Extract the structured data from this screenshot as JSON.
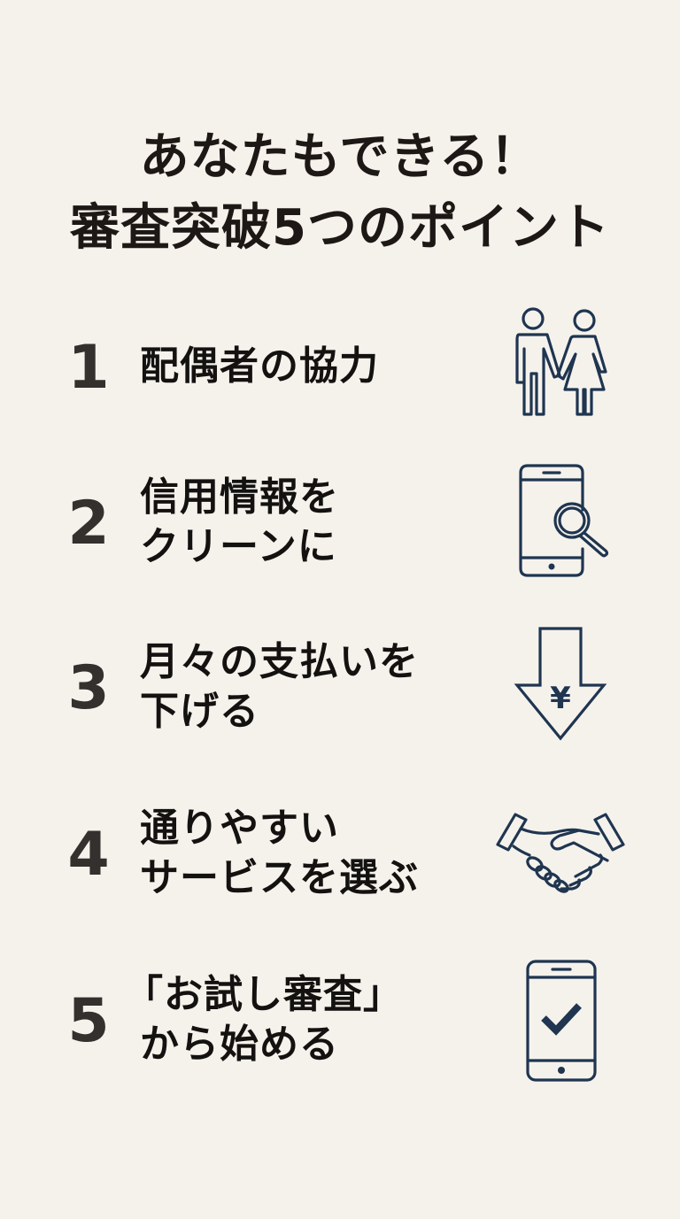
{
  "title": {
    "line1": "あなたもできる！",
    "line2": "審査突破5つのポイント"
  },
  "accent_color": "#1f3550",
  "points": [
    {
      "number": "1",
      "lines": [
        "配偶者の協力"
      ],
      "icon": "couple-icon"
    },
    {
      "number": "2",
      "lines": [
        "信用情報を",
        "クリーンに"
      ],
      "icon": "phone-search-icon"
    },
    {
      "number": "3",
      "lines": [
        "月々の支払いを",
        "下げる"
      ],
      "icon": "yen-down-arrow-icon",
      "icon_symbol": "¥"
    },
    {
      "number": "4",
      "lines": [
        "通りやすい",
        "サービスを選ぶ"
      ],
      "icon": "handshake-icon"
    },
    {
      "number": "5",
      "lines": [
        "「お試し審査」",
        "から始める"
      ],
      "icon": "phone-check-icon"
    }
  ]
}
